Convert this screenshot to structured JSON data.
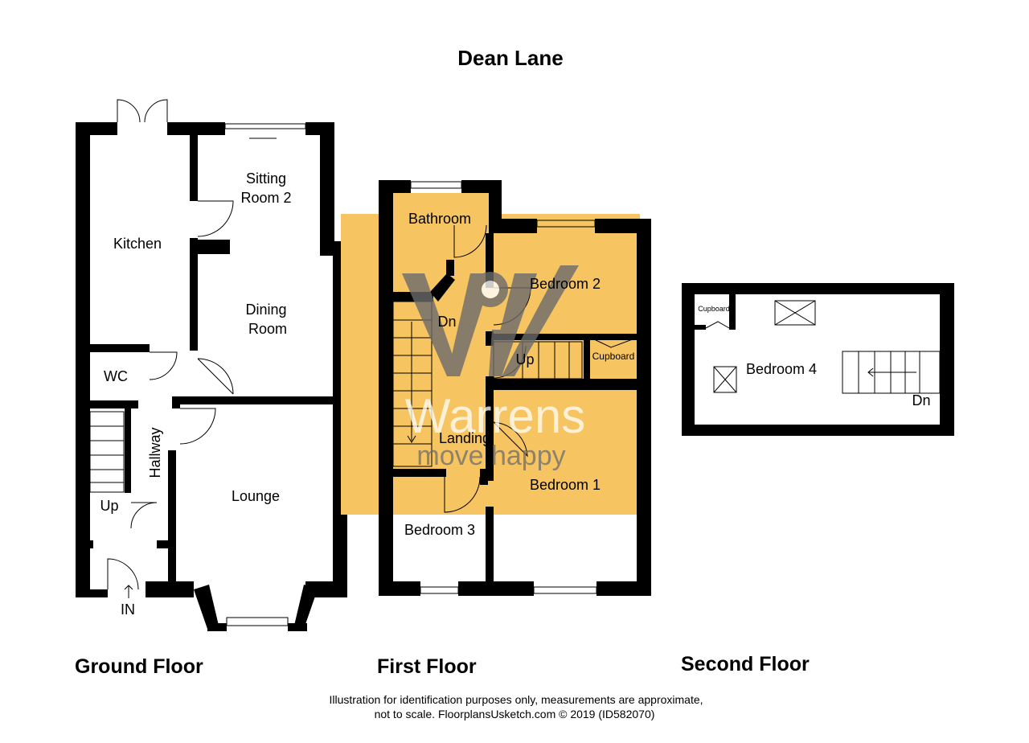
{
  "title": "Dean Lane",
  "floors": {
    "ground": {
      "label": "Ground Floor",
      "rooms": [
        "Kitchen",
        "Sitting",
        "Room 2",
        "Dining",
        "Room",
        "WC",
        "Hallway",
        "Lounge",
        "Up",
        "IN"
      ]
    },
    "first": {
      "label": "First Floor",
      "rooms": [
        "Bathroom",
        "Bedroom 2",
        "Dn",
        "Up",
        "Cupboard",
        "Landing",
        "Bedroom 1",
        "Bedroom 3"
      ]
    },
    "second": {
      "label": "Second Floor",
      "rooms": [
        "Cupboard",
        "Bedroom 4",
        "Dn"
      ]
    }
  },
  "watermark": {
    "brand": "Warrens",
    "tagline": "move happy",
    "colors": {
      "panel": "#f6c461",
      "logo": "#6b6b6b"
    }
  },
  "disclaimer": {
    "line1": "Illustration for identification purposes only, measurements are approximate,",
    "line2": "not to scale. FloorplansUsketch.com © 2019 (ID582070)"
  },
  "colors": {
    "wall": "#000000",
    "background": "#ffffff"
  }
}
